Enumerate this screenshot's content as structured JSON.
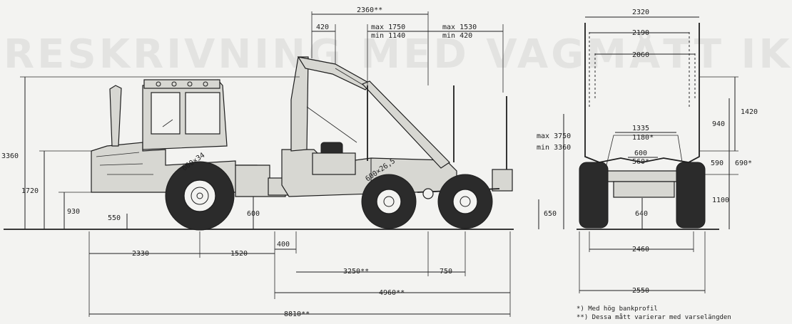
{
  "background_text": "RESKRIVNING MED VAGMÅTT IKNEST",
  "side_view": {
    "heights": [
      "3360",
      "1720",
      "930"
    ],
    "ground_clearances": [
      "550",
      "600",
      "650"
    ],
    "top_dims": [
      "2360**",
      "420",
      "max 1750",
      "min 1140",
      "max 1530",
      "min 420"
    ],
    "bottom_dims": [
      "2330",
      "1520",
      "400",
      "3250**",
      "750",
      "4960**",
      "8810**"
    ],
    "tire_front": "600×34",
    "tire_rear": "600×26,5",
    "load_height_max": "max 3750",
    "load_height_min": "min 3360"
  },
  "rear_view": {
    "widths_top": [
      "2320",
      "2190",
      "2060"
    ],
    "bunk_widths": [
      "1335",
      "1180*",
      "600",
      "560*"
    ],
    "right_dims": [
      "1420",
      "940",
      "590",
      "690*",
      "1100"
    ],
    "axle_width": "640",
    "track_width": "2460",
    "overall_width": "2550"
  },
  "footnotes": {
    "note1": "*) Med hög bankprofil",
    "note2": "**) Dessa mått varierar med varselängden"
  },
  "colors": {
    "paper": "#f3f3f1",
    "ink": "#1e1e1e"
  }
}
